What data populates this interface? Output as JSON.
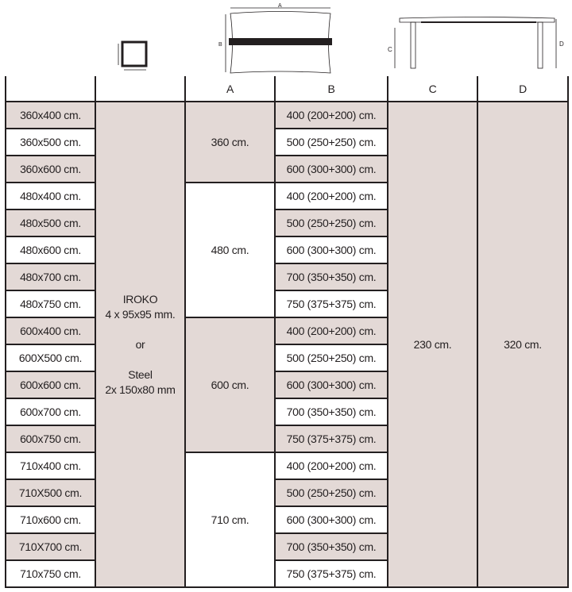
{
  "diagram_labels": {
    "plan_top": "A",
    "plan_side": "B",
    "elev_left": "C",
    "elev_right": "D"
  },
  "headers": [
    "",
    "",
    "A",
    "B",
    "C",
    "D"
  ],
  "material": {
    "line1": "IROKO",
    "line2": "4 x 95x95 mm.",
    "line3": "or",
    "line4": "Steel",
    "line5": "2x 150x80 mm"
  },
  "rows": [
    {
      "size": "360x400 cm.",
      "b": "400 (200+200) cm."
    },
    {
      "size": "360x500 cm.",
      "b": "500 (250+250) cm."
    },
    {
      "size": "360x600 cm.",
      "b": "600 (300+300) cm."
    },
    {
      "size": "480x400 cm.",
      "b": "400 (200+200) cm."
    },
    {
      "size": "480x500 cm.",
      "b": "500 (250+250) cm."
    },
    {
      "size": "480x600 cm.",
      "b": "600 (300+300) cm."
    },
    {
      "size": "480x700 cm.",
      "b": "700 (350+350) cm."
    },
    {
      "size": "480x750 cm.",
      "b": "750 (375+375) cm."
    },
    {
      "size": "600x400 cm.",
      "b": "400 (200+200) cm."
    },
    {
      "size": "600X500 cm.",
      "b": "500 (250+250) cm."
    },
    {
      "size": "600x600 cm.",
      "b": "600 (300+300) cm."
    },
    {
      "size": "600x700 cm.",
      "b": "700 (350+350) cm."
    },
    {
      "size": "600x750 cm.",
      "b": "750 (375+375) cm."
    },
    {
      "size": "710x400 cm.",
      "b": "400 (200+200) cm."
    },
    {
      "size": "710X500 cm.",
      "b": "500 (250+250) cm."
    },
    {
      "size": "710x600 cm.",
      "b": "600 (300+300) cm."
    },
    {
      "size": "710X700 cm.",
      "b": "700 (350+350) cm."
    },
    {
      "size": "710x750 cm.",
      "b": "750 (375+375) cm."
    }
  ],
  "groups_a": [
    "360 cm.",
    "480 cm.",
    "600 cm.",
    "710 cm."
  ],
  "col_c": "230 cm.",
  "col_d": "320 cm.",
  "colors": {
    "shade": "#e3d9d6",
    "line": "#231f20"
  }
}
